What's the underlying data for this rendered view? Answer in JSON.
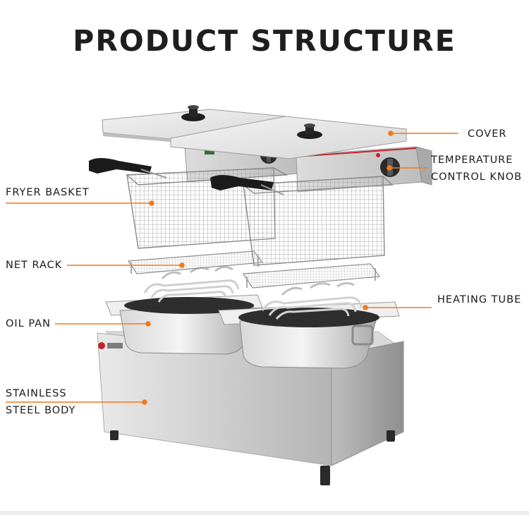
{
  "title": "PRODUCT STRUCTURE",
  "labels": {
    "cover": "COVER",
    "temperature_1": "TEMPERATURE",
    "temperature_2": "CONTROL KNOB",
    "fryer_basket": "FRYER BASKET",
    "net_rack": "NET RACK",
    "heating_tube": "HEATING TUBE",
    "oil_pan": "OIL PAN",
    "stainless_1": "STAINLESS",
    "stainless_2": "STEEL BODY"
  },
  "colors": {
    "leader": "#f07a1c",
    "steel_light": "#e6e6e6",
    "steel_mid": "#c9c9c9",
    "steel_dark": "#9c9c9c",
    "accent_red": "#c8202a",
    "handle": "#1b1b1b"
  }
}
